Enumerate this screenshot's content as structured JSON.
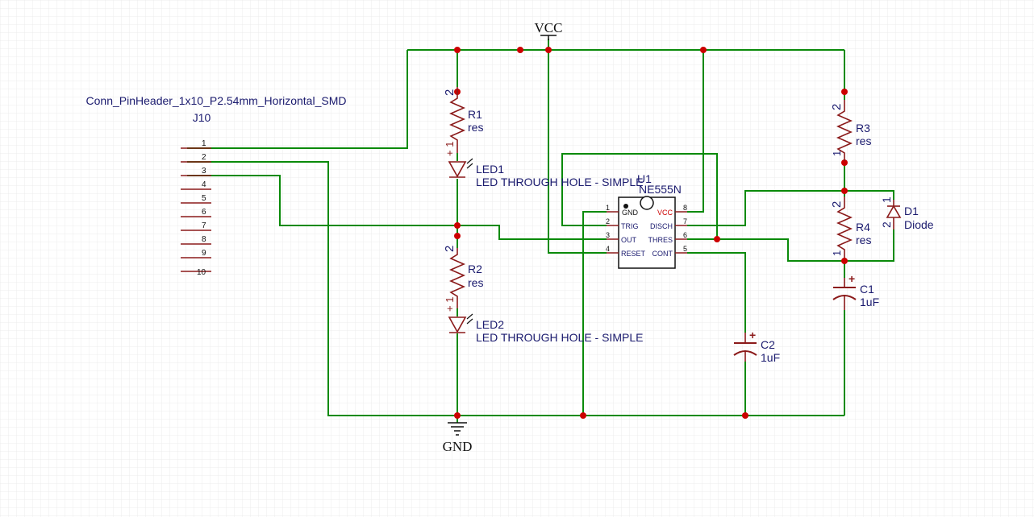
{
  "power": {
    "vcc": "VCC",
    "gnd": "GND"
  },
  "connector": {
    "name": "Conn_PinHeader_1x10_P2.54mm_Horizontal_SMD",
    "ref": "J10",
    "pins": [
      "1",
      "2",
      "3",
      "4",
      "5",
      "6",
      "7",
      "8",
      "9",
      "10"
    ]
  },
  "r1": {
    "ref": "R1",
    "value": "res",
    "pin_top": "2",
    "pin_bottom": "+ 1"
  },
  "r2": {
    "ref": "R2",
    "value": "res",
    "pin_top": "2",
    "pin_bottom": "+ 1"
  },
  "r3": {
    "ref": "R3",
    "value": "res",
    "pin_top": "2",
    "pin_bottom": "1"
  },
  "r4": {
    "ref": "R4",
    "value": "res",
    "pin_top": "2",
    "pin_bottom": "1"
  },
  "led1": {
    "ref": "LED1",
    "value": "LED THROUGH HOLE - SIMPLE"
  },
  "led2": {
    "ref": "LED2",
    "value": "LED THROUGH HOLE - SIMPLE"
  },
  "u1": {
    "ref": "U1",
    "value": "NE555N",
    "left_pins": [
      {
        "num": "1",
        "name": "GND"
      },
      {
        "num": "2",
        "name": "TRIG"
      },
      {
        "num": "3",
        "name": "OUT"
      },
      {
        "num": "4",
        "name": "RESET"
      }
    ],
    "right_pins": [
      {
        "num": "8",
        "name": "VCC"
      },
      {
        "num": "7",
        "name": "DISCH"
      },
      {
        "num": "6",
        "name": "THRES"
      },
      {
        "num": "5",
        "name": "CONT"
      }
    ]
  },
  "c1": {
    "ref": "C1",
    "value": "1uF",
    "plus": "+"
  },
  "c2": {
    "ref": "C2",
    "value": "1uF",
    "plus": "+"
  },
  "d1": {
    "ref": "D1",
    "value": "Diode",
    "pin_a": "1",
    "pin_b": "2"
  },
  "colors": {
    "wire": "#0a8a0a",
    "junction": "#cc0000",
    "component": "#8b1a1a",
    "label": "#1a1a6e",
    "grid": "#ececec"
  }
}
